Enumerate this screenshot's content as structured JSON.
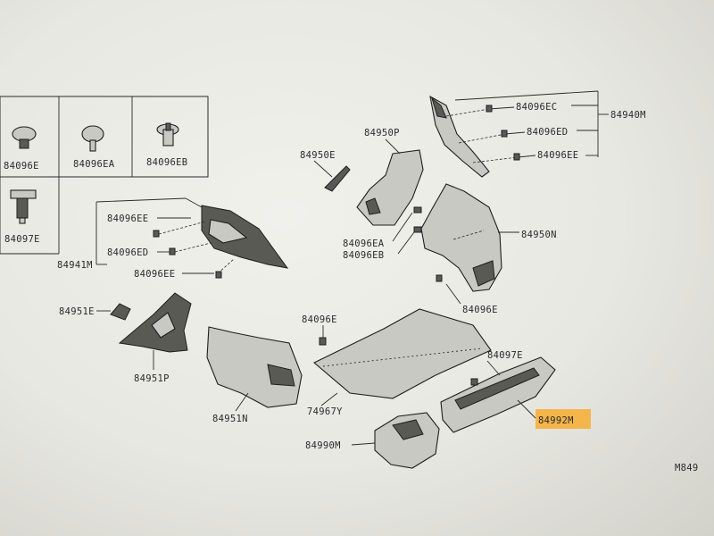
{
  "labels": {
    "c1": "84096E",
    "c2": "84096EA",
    "c3": "84096EB",
    "c4": "84097E",
    "r_ec": "84096EC",
    "r_ed": "84096ED",
    "r_ee": "84096EE",
    "r_main": "84940M",
    "p950p": "84950P",
    "p950e": "84950E",
    "l_ee1": "84096EE",
    "l_ed": "84096ED",
    "l_ee2": "84096EE",
    "l_main": "84941M",
    "m_ea": "84096EA",
    "m_eb": "84096EB",
    "p950n": "84950N",
    "p096e_r": "84096E",
    "p951e": "84951E",
    "p951p": "84951P",
    "p096e_m": "84096E",
    "p097e": "84097E",
    "p992m": "84992M",
    "p951n": "84951N",
    "p74967y": "74967Y",
    "p990m": "84990M",
    "m849": "M849"
  },
  "colors": {
    "highlight": "#f4b54a",
    "screen": "#ecece6"
  },
  "icons": [
    "clip-84096e-icon",
    "clip-84096ea-icon",
    "clip-84096eb-icon",
    "clip-84097e-icon"
  ]
}
